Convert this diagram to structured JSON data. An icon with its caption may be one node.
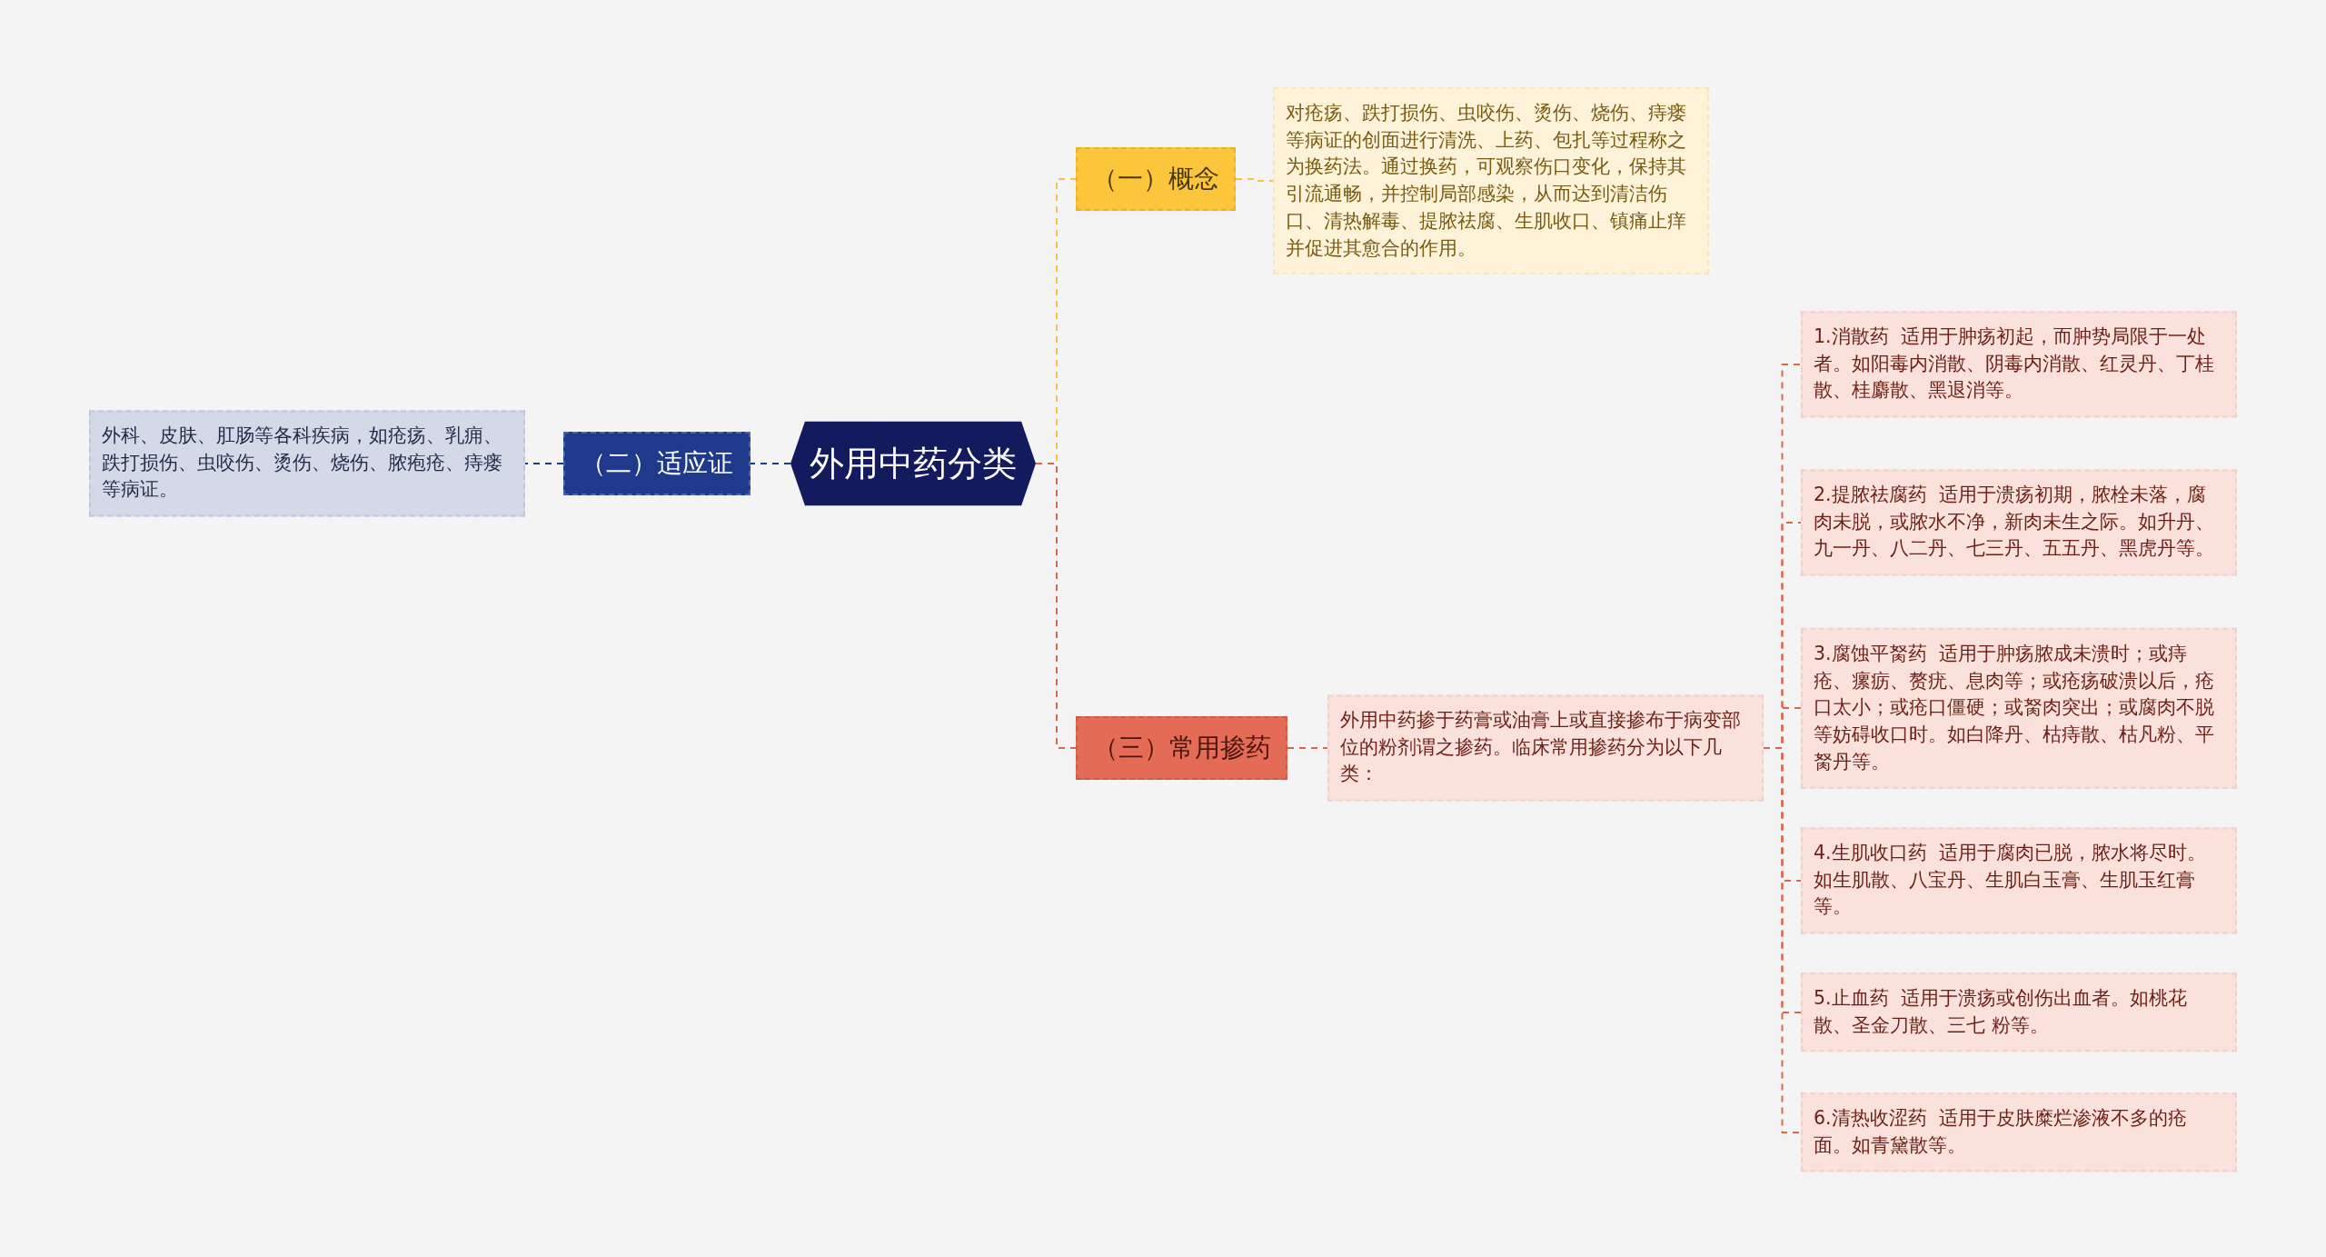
{
  "diagram": {
    "nodes": [
      {
        "text": [
          "外用中药分类"
        ]
      },
      {
        "text": [
          "（一）概念"
        ]
      },
      {
        "text": [
          "对疮疡、跌打损伤、虫咬伤、烫伤、烧伤、痔瘘等病证的创面进行清洗、上药、包扎等过程称之为换药法。通过换药，可观察伤口变化，保持其引流通畅，并控制局部感染，从而达到清洁伤口、清热解毒、提脓祛腐、生肌收口、镇痛止痒并促进其愈合的作用。"
        ]
      },
      {
        "text": [
          "（二）适应证"
        ]
      },
      {
        "text": [
          "外科、皮肤、肛肠等各科疾病，如疮疡、乳痈、跌打损伤、虫咬伤、烫伤、烧伤、脓疱疮、痔瘘等病证。"
        ]
      },
      {
        "text": [
          "（三）常用掺药"
        ]
      },
      {
        "text": [
          "外用中药掺于药膏或油膏上或直接掺布于病变部位的粉剂谓之掺药。临床常用掺药分为以下几类："
        ]
      },
      {
        "text": [
          "1.消散药  适用于肿疡初起，而肿势局限于一处者。如阳毒内消散、阴毒内消散、红灵丹、丁桂散、桂麝散、黑退消等。"
        ]
      },
      {
        "text": [
          "2.提脓祛腐药  适用于溃疡初期，脓栓未落，腐肉未脱，或脓水不净，新肉未生之际。如升丹、九一丹、八二丹、七三丹、五五丹、黑虎丹等。"
        ]
      },
      {
        "text": [
          "3.腐蚀平胬药  适用于肿疡脓成未溃时；或痔疮、瘰疬、赘疣、息肉等；或疮疡破溃以后，疮口太小；或疮口僵硬；或胬肉突出；或腐肉不脱等妨碍收口时。如白降丹、枯痔散、枯凡粉、平胬丹等。"
        ]
      },
      {
        "text": [
          "4.生肌收口药  适用于腐肉已脱，脓水将尽时。如生肌散、八宝丹、生肌白玉膏、生肌玉红膏等。"
        ]
      },
      {
        "text": [
          "5.止血药  适用于溃疡或创伤出血者。如桃花散、圣金刀散、三七 粉等。"
        ]
      },
      {
        "text": [
          "6.清热收涩药  适用于皮肤糜烂渗液不多的疮面。如青黛散等。"
        ]
      }
    ],
    "edges": [
      {
        "from": 0,
        "to": 1,
        "arrow": "none",
        "style": "dashed",
        "color": "#f3c244"
      },
      {
        "from": 1,
        "to": 2,
        "arrow": "none",
        "style": "dashed",
        "color": "#f3c244"
      },
      {
        "from": 0,
        "to": 3,
        "arrow": "none",
        "style": "dashed",
        "color": "#1f3a8a"
      },
      {
        "from": 3,
        "to": 4,
        "arrow": "none",
        "style": "dashed",
        "color": "#1f3a8a"
      },
      {
        "from": 0,
        "to": 5,
        "arrow": "none",
        "style": "dashed"
      },
      {
        "from": 5,
        "to": 6,
        "arrow": "none",
        "style": "dashed"
      },
      {
        "from": 6,
        "to": 7,
        "arrow": "none",
        "style": "dashed"
      },
      {
        "from": 6,
        "to": 8,
        "arrow": "none",
        "style": "dashed"
      },
      {
        "from": 6,
        "to": 9,
        "arrow": "none",
        "style": "dashed"
      },
      {
        "from": 6,
        "to": 10,
        "arrow": "none",
        "style": "dashed"
      },
      {
        "from": 6,
        "to": 11,
        "arrow": "none",
        "style": "dashed"
      },
      {
        "from": 6,
        "to": 12,
        "arrow": "none",
        "style": "dashed"
      }
    ]
  }
}
